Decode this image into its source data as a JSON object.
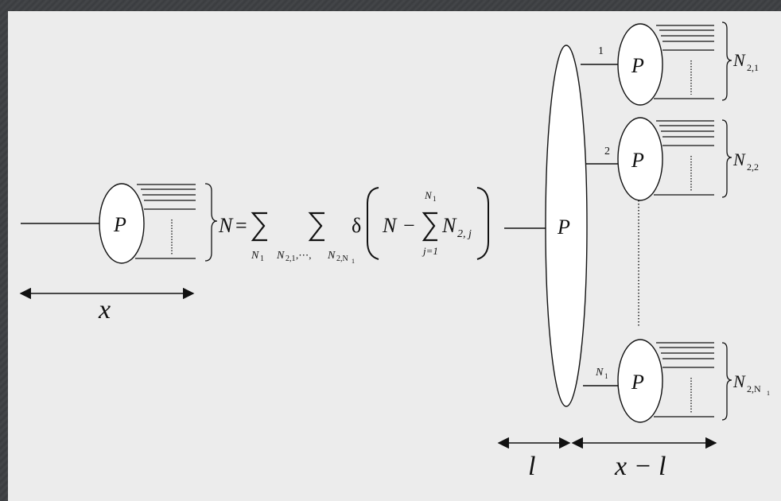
{
  "left": {
    "node": "P",
    "brace": "N",
    "width_label": "x"
  },
  "formula": {
    "lhs": "N",
    "equals": "=",
    "sum1_sub": "N",
    "sum1_sub_idx": "1",
    "sum2_sub_a": "N",
    "sum2_sub_a_idx": "2,1",
    "sum2_sub_sep": ",⋯,",
    "sum2_sub_b": "N",
    "sum2_sub_b_idx": "2,N",
    "sum2_sub_b_idx2": "1",
    "delta": "δ",
    "inner_n": "N",
    "minus": "−",
    "inner_sum_top": "N",
    "inner_sum_top_idx": "1",
    "inner_sum_bottom": "j=1",
    "term": "N",
    "term_idx": "2, j"
  },
  "right": {
    "big_node": "P",
    "small_node": "P",
    "branch_labels": [
      "1",
      "2",
      "N"
    ],
    "branch_label_last_idx": "1",
    "brace_labels": [
      {
        "base": "N",
        "sub": "2,1"
      },
      {
        "base": "N",
        "sub": "2,2"
      },
      {
        "base": "N",
        "sub": "2,N",
        "subsub": "1"
      }
    ],
    "width_l": "l",
    "width_xl": "x − l"
  }
}
